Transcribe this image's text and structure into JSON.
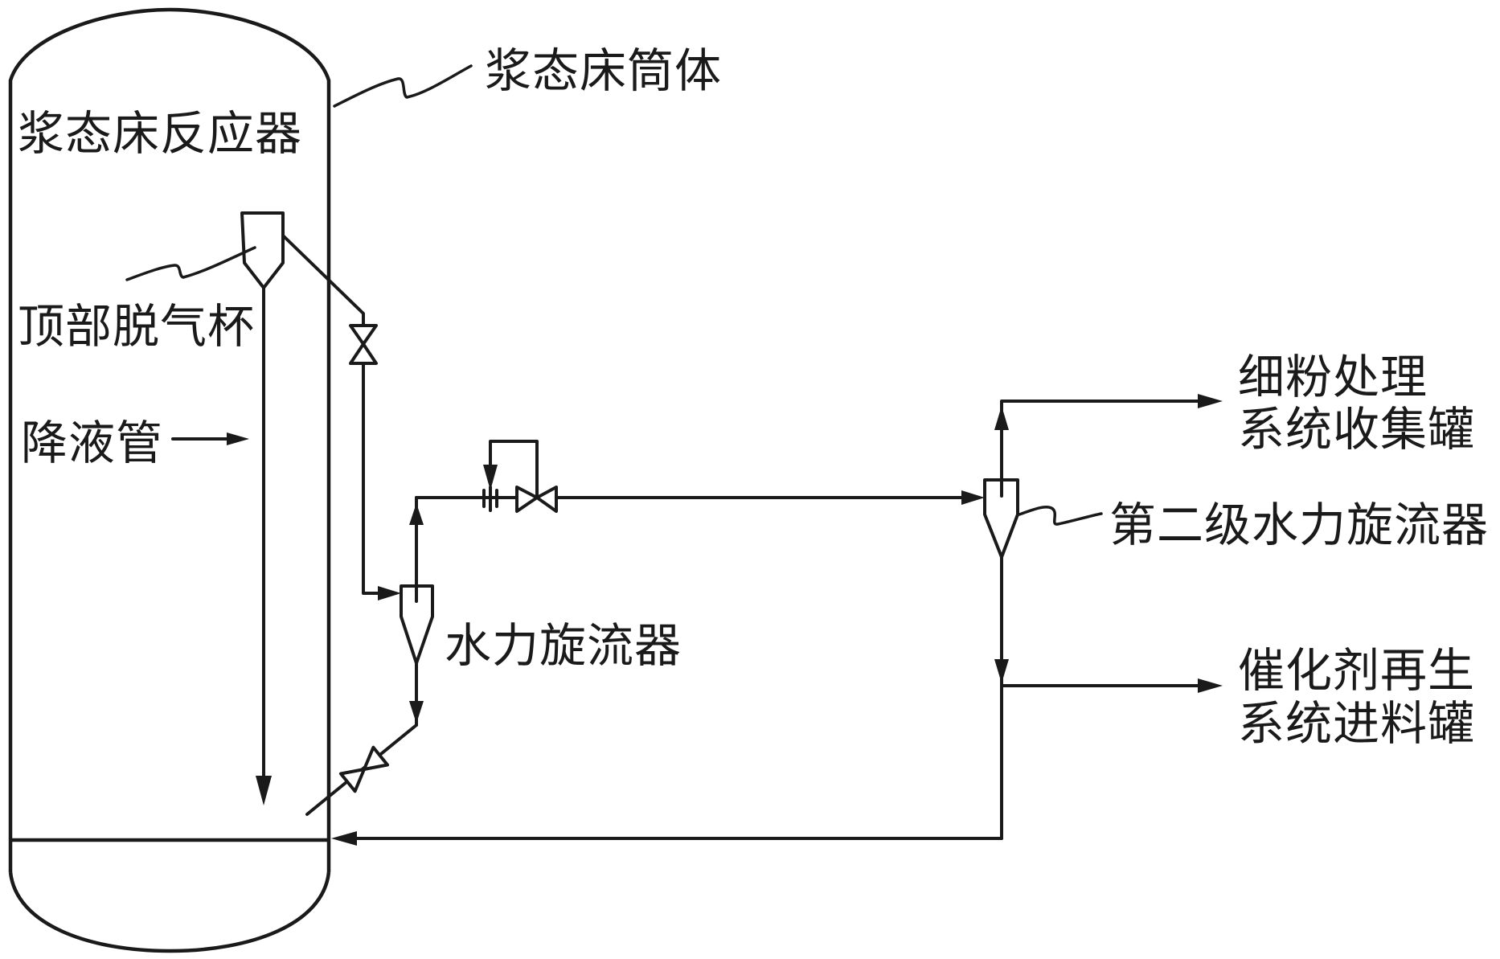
{
  "diagram": {
    "type": "process-flow",
    "colors": {
      "line": "#1a1a1a",
      "background": "#ffffff"
    },
    "labels": {
      "reactor": "浆态床反应器",
      "reactor_shell": "浆态床筒体",
      "degassing_cup": "顶部脱气杯",
      "downcomer": "降液管",
      "hydrocyclone": "水力旋流器",
      "second_hydrocyclone": "第二级水力旋流器",
      "fines_tank_line1": "细粉处理",
      "fines_tank_line2": "系统收集罐",
      "regen_tank_line1": "催化剂再生",
      "regen_tank_line2": "系统进料罐"
    },
    "components": [
      {
        "id": "reactor",
        "kind": "vessel",
        "label_key": "reactor"
      },
      {
        "id": "degassing-cup",
        "kind": "degassing-cup",
        "label_key": "degassing_cup"
      },
      {
        "id": "downcomer",
        "kind": "pipe",
        "label_key": "downcomer"
      },
      {
        "id": "valve-1",
        "kind": "gate-valve"
      },
      {
        "id": "hydrocyclone-1",
        "kind": "hydrocyclone",
        "label_key": "hydrocyclone"
      },
      {
        "id": "orifice",
        "kind": "restriction-orifice"
      },
      {
        "id": "control-valve",
        "kind": "control-valve"
      },
      {
        "id": "valve-2",
        "kind": "gate-valve"
      },
      {
        "id": "hydrocyclone-2",
        "kind": "hydrocyclone",
        "label_key": "second_hydrocyclone"
      },
      {
        "id": "fines-tank",
        "kind": "destination",
        "label_key": "fines_tank_line1"
      },
      {
        "id": "regen-tank",
        "kind": "destination",
        "label_key": "regen_tank_line1"
      }
    ],
    "flows": [
      {
        "from": "degassing-cup",
        "to": "hydrocyclone-1",
        "via": "valve-1"
      },
      {
        "from": "hydrocyclone-1",
        "to": "hydrocyclone-2",
        "via": "control-valve",
        "stream": "overflow"
      },
      {
        "from": "hydrocyclone-1",
        "to": "reactor",
        "via": "valve-2",
        "stream": "underflow"
      },
      {
        "from": "hydrocyclone-2",
        "to": "fines-tank",
        "stream": "overflow"
      },
      {
        "from": "hydrocyclone-2",
        "to": "regen-tank",
        "stream": "underflow"
      },
      {
        "from": "hydrocyclone-2",
        "to": "reactor",
        "stream": "underflow-return"
      }
    ]
  }
}
